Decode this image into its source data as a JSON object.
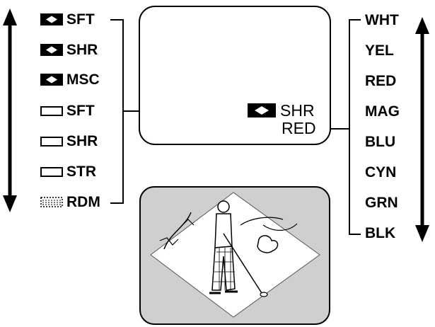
{
  "left_modes": [
    {
      "icon": "black-diamond-box",
      "label": "SFT"
    },
    {
      "icon": "black-diamond-box",
      "label": "SHR"
    },
    {
      "icon": "black-diamond-box",
      "label": "MSC"
    },
    {
      "icon": "white-box",
      "label": "SFT"
    },
    {
      "icon": "white-box",
      "label": "SHR"
    },
    {
      "icon": "white-box",
      "label": "STR"
    },
    {
      "icon": "dotted-box",
      "label": "RDM"
    }
  ],
  "colors": [
    "WHT",
    "YEL",
    "RED",
    "MAG",
    "BLU",
    "CYN",
    "GRN",
    "BLK"
  ],
  "display": {
    "mode_icon": "black-diamond-box",
    "mode_label": "SHR",
    "color_label": "RED"
  },
  "scale": {
    "left": 0.12,
    "right": 0.11
  }
}
